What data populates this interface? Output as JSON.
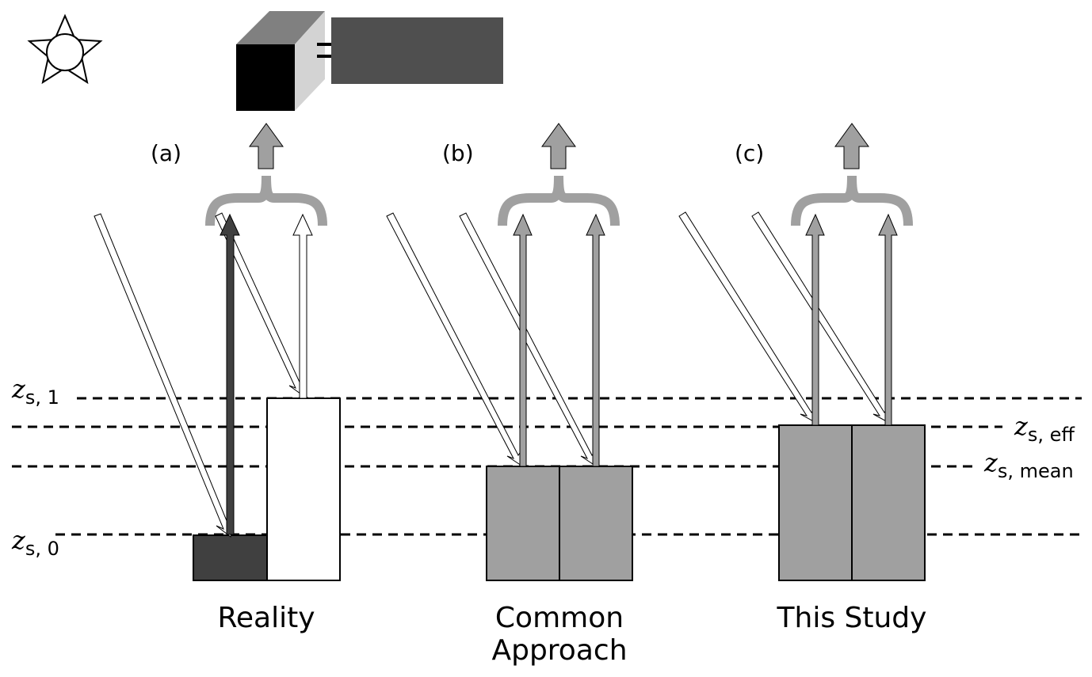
{
  "panels": {
    "a": {
      "tag": "(a)",
      "caption": [
        "Reality"
      ]
    },
    "b": {
      "tag": "(b)",
      "caption": [
        "Common",
        "Approach"
      ]
    },
    "c": {
      "tag": "(c)",
      "caption": [
        "This Study"
      ]
    }
  },
  "levels": {
    "zs1": {
      "main": "z",
      "sub": "s, 1"
    },
    "zseff": {
      "main": "z",
      "sub": "s, eff"
    },
    "zsmean": {
      "main": "z",
      "sub": "s, mean"
    },
    "zs0": {
      "main": "z",
      "sub": "s, 0"
    }
  },
  "colors": {
    "dark": "#404040",
    "medium": "#a0a0a0",
    "white": "#ffffff",
    "sensor_body": "#4f4f4f"
  },
  "icons": {
    "sun": "sun-icon",
    "camera": "camera-icon"
  }
}
